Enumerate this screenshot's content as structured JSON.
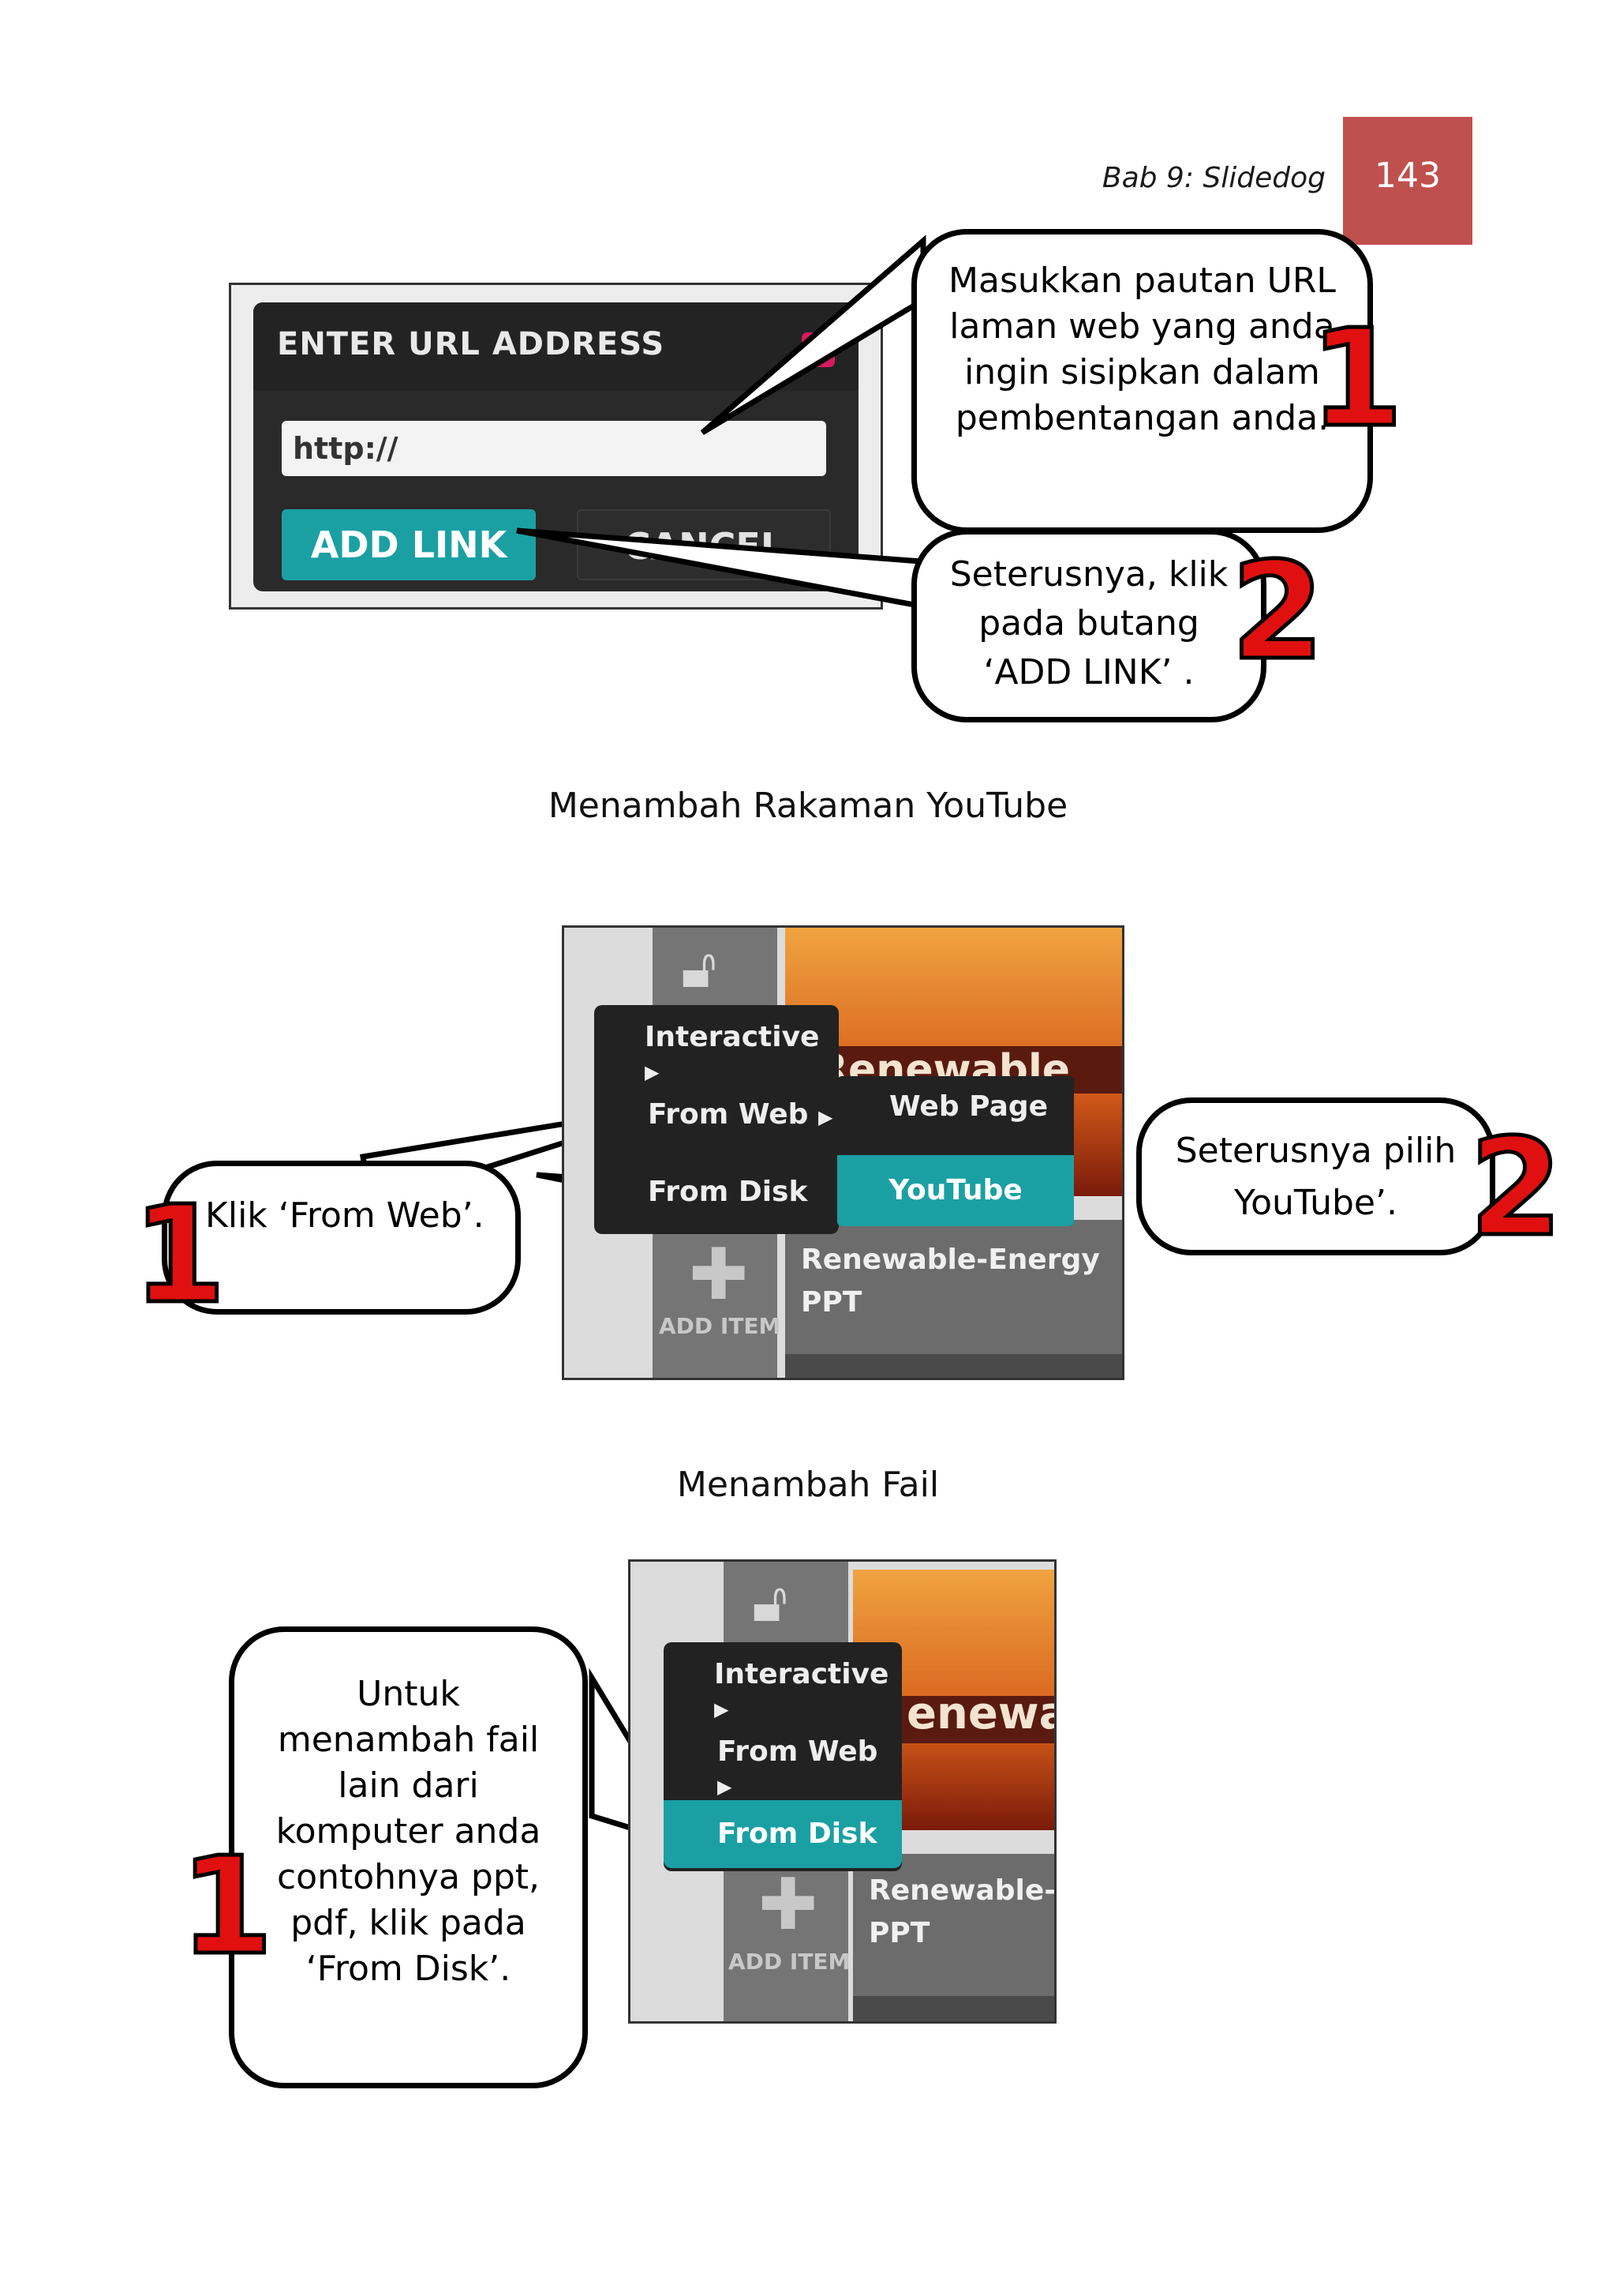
{
  "header": {
    "chapter": "Bab 9: Slidedog",
    "page_number": "143"
  },
  "section1": {
    "dialog": {
      "title": "ENTER URL ADDRESS",
      "close_symbol": "✖",
      "url_value": "http://",
      "add_button": "ADD LINK",
      "cancel_button": "CANCEL"
    },
    "callouts": [
      {
        "number": "1",
        "text": "Masukkan pautan URL laman web yang anda ingin sisipkan dalam pembentangan anda."
      },
      {
        "number": "2",
        "text": "Seterusnya, klik pada butang ‘ADD LINK’ ."
      }
    ]
  },
  "section2": {
    "caption": "Menambah Rakaman YouTube",
    "menu": [
      "Interactive",
      "From Web",
      "From Disk"
    ],
    "submenu": [
      "Web Page",
      "YouTube"
    ],
    "banner_text": "Renewable Energ",
    "info": [
      "Renewable-Energy",
      "PPT"
    ],
    "add_item": "ADD ITEM",
    "callouts": [
      {
        "number": "1",
        "text": "Klik ‘From Web’."
      },
      {
        "number": "2",
        "text": "Seterusnya pilih YouTube’."
      }
    ]
  },
  "section3": {
    "caption": "Menambah Fail",
    "menu": [
      "Interactive",
      "From Web",
      "From Disk"
    ],
    "banner_text": "enewabl",
    "info": [
      "Renewable-En",
      "PPT"
    ],
    "add_item": "ADD ITEM",
    "callouts": [
      {
        "number": "1",
        "text": "Untuk menambah fail lain dari komputer anda contohnya ppt, pdf, klik pada ‘From Disk’."
      }
    ]
  },
  "colors": {
    "page_number_bg": "#c0504d",
    "accent_teal": "#1aa0a3",
    "callout_number": "#e01010"
  },
  "icons": {
    "menu_arrow": "▶",
    "lock": "lock-icon",
    "plus": "plus-icon"
  }
}
